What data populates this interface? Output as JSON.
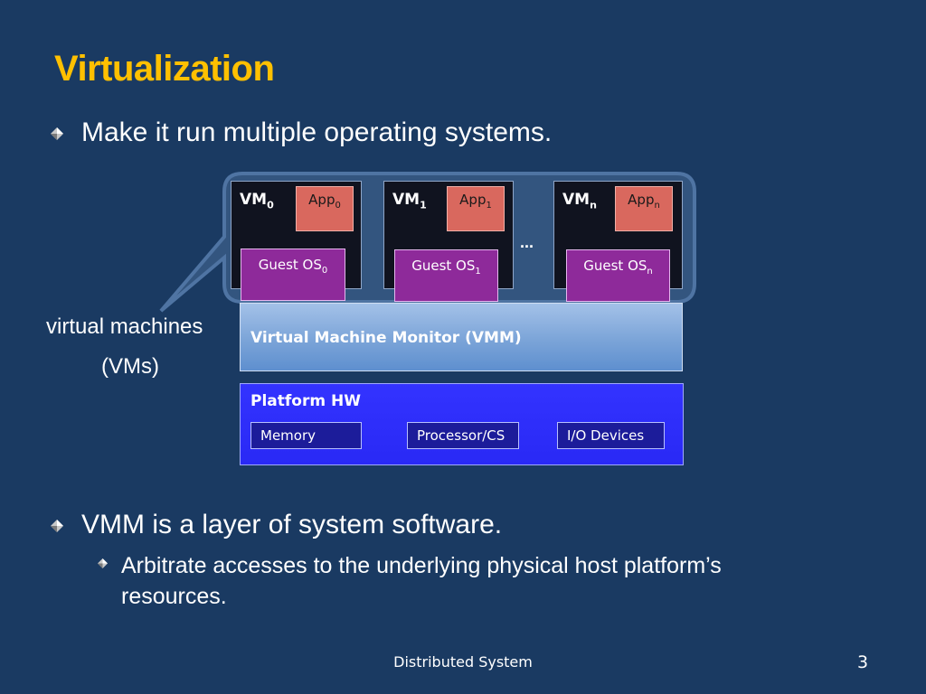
{
  "slide": {
    "title": "Virtualization",
    "bullets": [
      {
        "text": "Make it run multiple operating systems."
      },
      {
        "text": "VMM is a layer of system software.",
        "sub": [
          "Arbitrate accesses to the underlying physical host platform’s",
          "resources."
        ]
      }
    ],
    "footer": "Distributed System",
    "page_number": "3"
  },
  "diagram": {
    "side_label": [
      "virtual machines",
      "(VMs)"
    ],
    "ellipsis": "...",
    "vms": [
      {
        "name": "VM",
        "sub": "0",
        "app": "App",
        "app_sub": "0",
        "guest": "Guest OS",
        "guest_sub": "0"
      },
      {
        "name": "VM",
        "sub": "1",
        "app": "App",
        "app_sub": "1",
        "guest": "Guest OS",
        "guest_sub": "1"
      },
      {
        "name": "VM",
        "sub": "n",
        "app": "App",
        "app_sub": "n",
        "guest": "Guest OS",
        "guest_sub": "n"
      }
    ],
    "vmm_label": "Virtual Machine Monitor (VMM)",
    "platform_label": "Platform  HW",
    "hw_components": [
      "Memory",
      "Processor/CS",
      "I/O Devices"
    ]
  },
  "colors": {
    "background": "#1a3a62",
    "title": "#ffc000",
    "app": "#d9685e",
    "guest_os": "#8e2a9a",
    "platform": "#3333ff"
  }
}
